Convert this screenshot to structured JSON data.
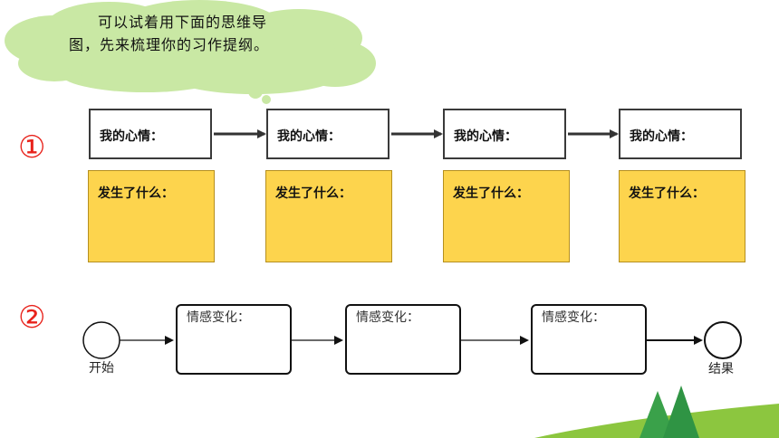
{
  "callout": {
    "text": "可以试着用下面的思维导图，先来梳理你的习作提纲。"
  },
  "markers": {
    "first": "①",
    "second": "②"
  },
  "row1": {
    "mood_label": "我的心情：",
    "event_label": "发生了什么：",
    "count": 4
  },
  "row2": {
    "start_label": "开始",
    "end_label": "结果",
    "change_label": "情感变化："
  },
  "colors": {
    "cloud": "#c9e8a4",
    "event_fill": "#fdd44d",
    "marker": "#e8231c",
    "grass": "#8cc63f",
    "tree": "#3aa14a"
  }
}
